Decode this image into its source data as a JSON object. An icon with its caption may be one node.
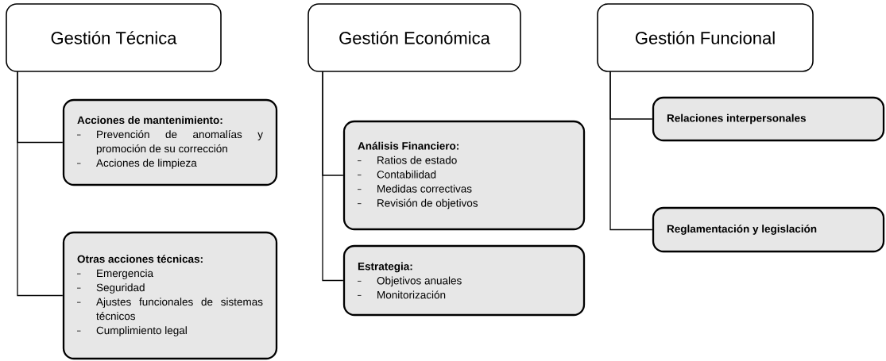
{
  "diagram": {
    "nodes": [
      {
        "text": [
          "Gestión Técnica"
        ]
      },
      {
        "text": [
          "Acciones de mantenimiento:",
          "Prevención de anomalías y promoción de su corrección",
          "Acciones de limpieza"
        ]
      },
      {
        "text": [
          "Otras acciones técnicas:",
          "Emergencia",
          "Seguridad",
          "Ajustes funcionales de sistemas técnicos",
          "Cumplimiento legal"
        ]
      },
      {
        "text": [
          "Gestión Económica"
        ]
      },
      {
        "text": [
          "Análisis Financiero:",
          "Ratios de estado",
          "Contabilidad",
          "Medidas correctivas",
          "Revisión de objetivos"
        ]
      },
      {
        "text": [
          "Estrategia:",
          "Objetivos anuales",
          "Monitorización"
        ]
      },
      {
        "text": [
          "Gestión Funcional"
        ]
      },
      {
        "text": [
          "Relaciones interpersonales"
        ]
      },
      {
        "text": [
          "Reglamentación y legislación"
        ]
      }
    ],
    "edges": [
      {
        "from": 0,
        "to": 1,
        "arrow": "none"
      },
      {
        "from": 0,
        "to": 2,
        "arrow": "none"
      },
      {
        "from": 3,
        "to": 4,
        "arrow": "none"
      },
      {
        "from": 3,
        "to": 5,
        "arrow": "none"
      },
      {
        "from": 6,
        "to": 7,
        "arrow": "none"
      },
      {
        "from": 6,
        "to": 8,
        "arrow": "none"
      }
    ]
  }
}
